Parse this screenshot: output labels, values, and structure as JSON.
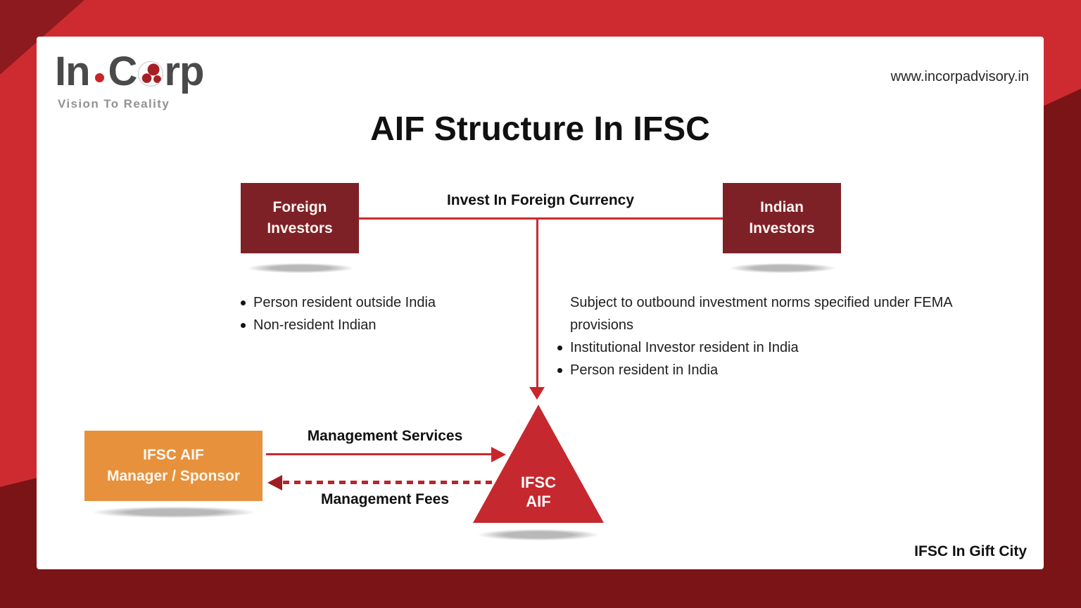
{
  "header": {
    "logo": {
      "part1": "In",
      "part2": "C",
      "part3": "rp"
    },
    "tagline": "Vision To Reality",
    "website": "www.incorpadvisory.in"
  },
  "title": "AIF Structure In IFSC",
  "flow": {
    "foreign_box_label": "Foreign\nInvestors",
    "indian_box_label": "Indian\nInvestors",
    "invest_label": "Invest In Foreign Currency",
    "foreign_notes": [
      "Person resident outside India",
      "Non-resident Indian"
    ],
    "indian_note_plain": "Subject to outbound investment norms specified under FEMA provisions",
    "indian_notes": [
      "Institutional Investor resident in India",
      "Person resident in India"
    ],
    "manager_box_label": "IFSC AIF\nManager / Sponsor",
    "services_label": "Management Services",
    "fees_label": "Management Fees",
    "triangle_label": "IFSC\nAIF"
  },
  "footer": {
    "caption": "IFSC In Gift City"
  },
  "colors": {
    "frame_red": "#ce2b30",
    "frame_dark": "#7a1417",
    "box_maroon": "#7e2127",
    "box_orange": "#e7913c",
    "accent_red": "#c5282e"
  }
}
